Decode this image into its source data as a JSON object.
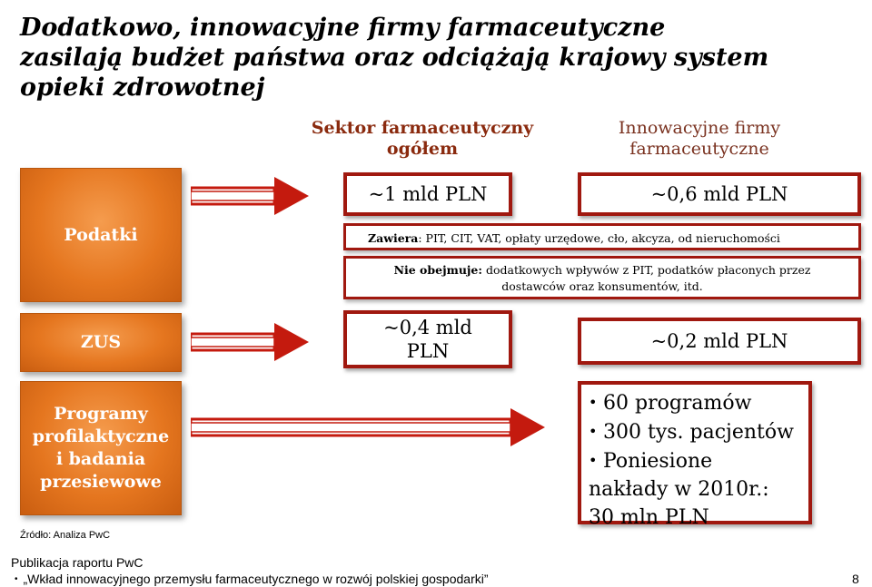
{
  "title": {
    "line1": "Dodatkowo, innowacyjne firmy farmaceutyczne",
    "line2": "zasilają budżet państwa oraz odciążają krajowy system",
    "line3": "opieki zdrowotnej"
  },
  "columns": {
    "sector": {
      "line1": "Sektor farmaceutyczny",
      "line2": "ogółem"
    },
    "innovative": {
      "line1": "Innowacyjne firmy",
      "line2": "farmaceutyczne"
    }
  },
  "rows": {
    "podatki": {
      "label": "Podatki",
      "sector_value": "~1 mld PLN",
      "innov_value": "~0,6 mld PLN",
      "includes_key": "Zawiera",
      "includes_text": ": PIT, CIT, VAT, opłaty urzędowe, cło, akcyza, od nieruchomości",
      "excludes_key": "Nie obejmuje:",
      "excludes_text_line1": " dodatkowych wpływów z PIT, podatków płaconych przez",
      "excludes_text_line2": "dostawców oraz konsumentów, itd."
    },
    "zus": {
      "label": "ZUS",
      "sector_value_line1": "~0,4 mld",
      "sector_value_line2": "PLN",
      "innov_value": "~0,2 mld PLN"
    },
    "programy": {
      "label_line1": "Programy",
      "label_line2": "profilaktyczne",
      "label_line3": "i badania",
      "label_line4": "przesiewowe",
      "bullets": {
        "b1": "60 programów",
        "b2": "300 tys. pacjentów",
        "b3_line1": "Poniesione",
        "b3_line2": "nakłady w 2010r.:",
        "b3_line3": "30 mln PLN"
      }
    }
  },
  "source": "Źródło: Analiza PwC",
  "footer": {
    "publication": "Publikacja raportu  PwC",
    "report_title": "„Wkład innowacyjnego przemysłu farmaceutycznego w rozwój polskiej gospodarki”",
    "page_number": "8"
  },
  "colors": {
    "box_orange": "#e5761f",
    "box_border_red": "#a0180f",
    "arrow_red": "#c41a0e",
    "heading_brown": "#8a2a0e"
  }
}
